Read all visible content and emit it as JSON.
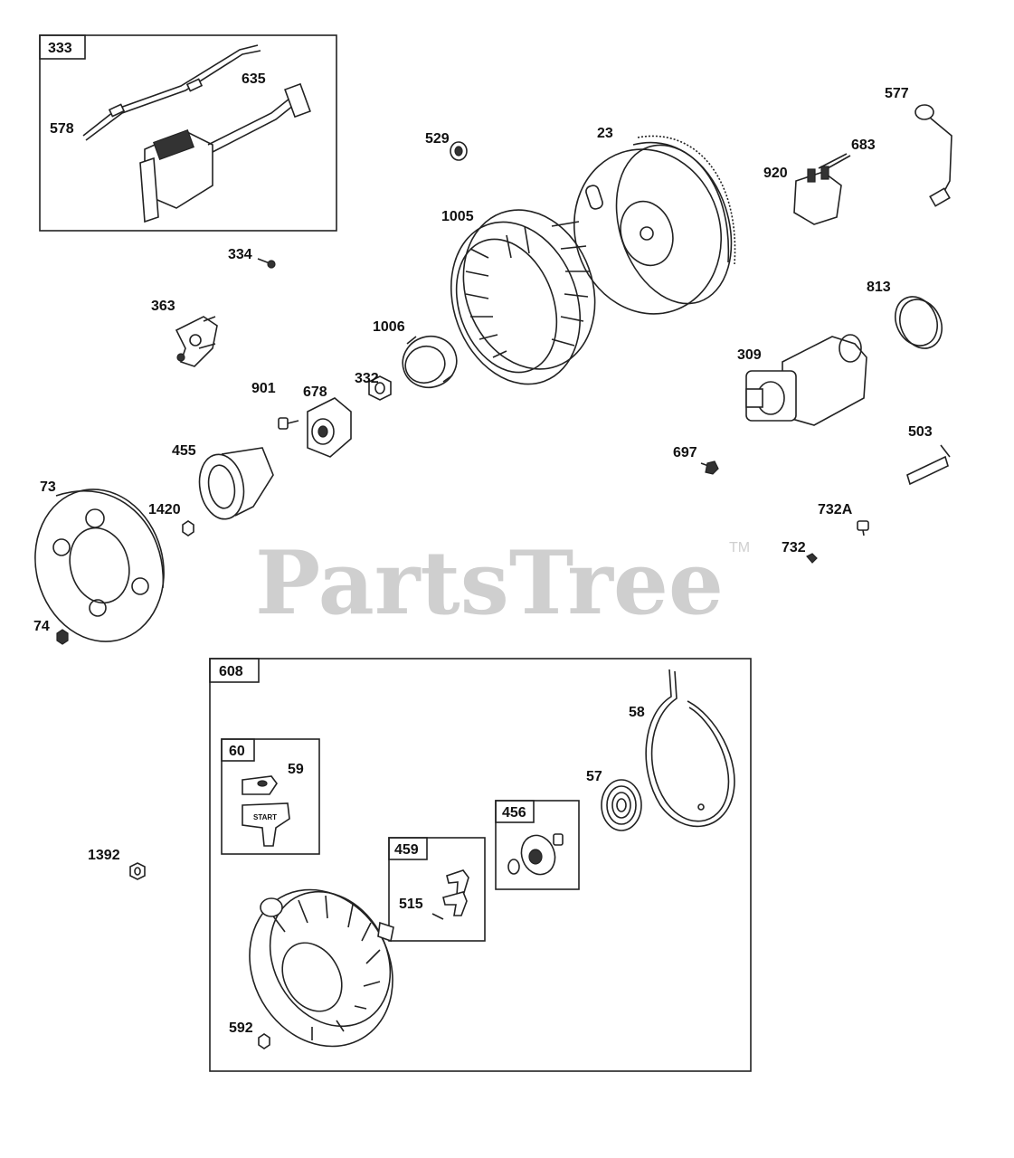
{
  "watermark": {
    "text": "PartsTree",
    "trademark": "TM"
  },
  "boxes": {
    "b333": "333",
    "b608": "608",
    "b60": "60",
    "b456": "456",
    "b459": "459"
  },
  "labels": {
    "l578": "578",
    "l635": "635",
    "l334": "334",
    "l363": "363",
    "l529": "529",
    "l23": "23",
    "l1005": "1005",
    "l1006": "1006",
    "l332": "332",
    "l678": "678",
    "l901": "901",
    "l455": "455",
    "l73": "73",
    "l1420": "1420",
    "l74": "74",
    "l577": "577",
    "l683": "683",
    "l920": "920",
    "l813": "813",
    "l309": "309",
    "l503": "503",
    "l697": "697",
    "l732A": "732A",
    "l732": "732",
    "l58": "58",
    "l59": "59",
    "l57": "57",
    "l515": "515",
    "l1392": "1392",
    "l592": "592"
  },
  "handle_text": "START"
}
